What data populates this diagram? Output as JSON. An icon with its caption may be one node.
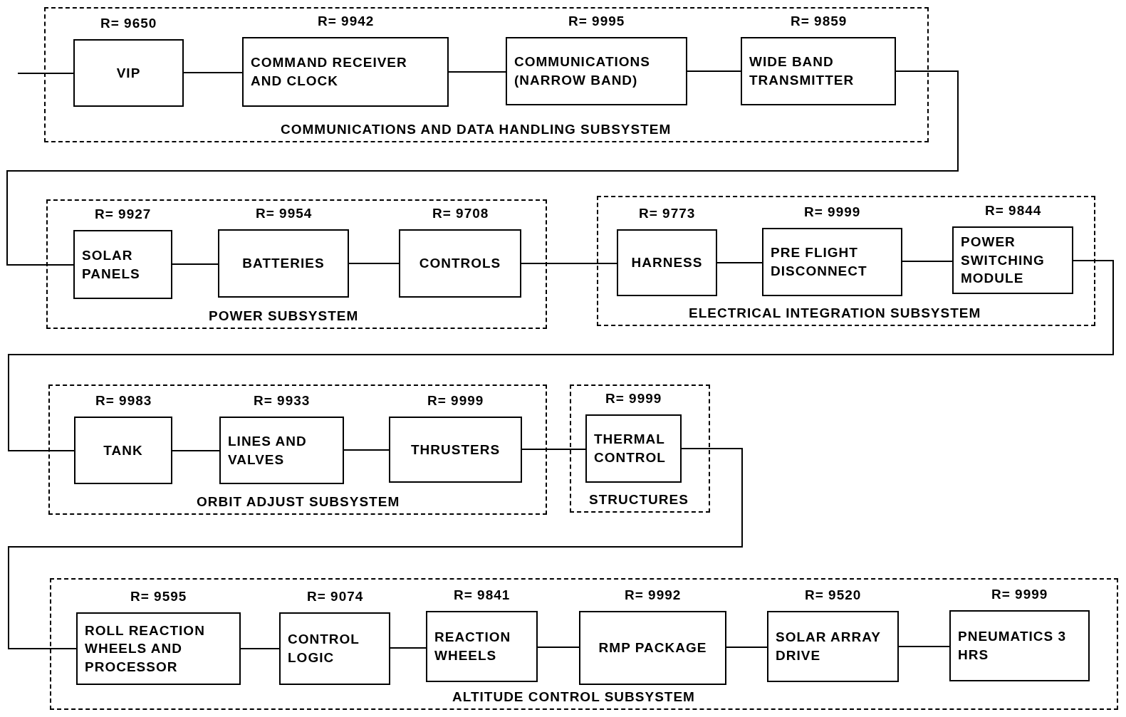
{
  "diagram": {
    "nodes": [
      {
        "text": [
          "COMMUNICATIONS AND DATA HANDLING SUBSYSTEM"
        ]
      },
      {
        "text": [
          "VIP"
        ],
        "in": 0,
        "beside": [
          "R= 9650"
        ]
      },
      {
        "text": [
          "COMMAND RECEIVER AND CLOCK"
        ],
        "in": 0,
        "beside": [
          "R= 9942"
        ]
      },
      {
        "text": [
          "COMMUNICATIONS (NARROW BAND)"
        ],
        "in": 0,
        "beside": [
          "R= 9995"
        ]
      },
      {
        "text": [
          "WIDE BAND TRANSMITTER"
        ],
        "in": 0,
        "beside": [
          "R= 9859"
        ]
      },
      {
        "text": [
          "POWER SUBSYSTEM"
        ]
      },
      {
        "text": [
          "SOLAR PANELS"
        ],
        "in": 5,
        "beside": [
          "R= 9927"
        ]
      },
      {
        "text": [
          "BATTERIES"
        ],
        "in": 5,
        "beside": [
          "R= 9954"
        ]
      },
      {
        "text": [
          "CONTROLS"
        ],
        "in": 5,
        "beside": [
          "R= 9708"
        ]
      },
      {
        "text": [
          "ELECTRICAL INTEGRATION SUBSYSTEM"
        ]
      },
      {
        "text": [
          "HARNESS"
        ],
        "in": 9,
        "beside": [
          "R= 9773"
        ]
      },
      {
        "text": [
          "PRE FLIGHT DISCONNECT"
        ],
        "in": 9,
        "beside": [
          "R= 9999"
        ]
      },
      {
        "text": [
          "POWER SWITCHING MODULE"
        ],
        "in": 9,
        "beside": [
          "R= 9844"
        ]
      },
      {
        "text": [
          "ORBIT ADJUST SUBSYSTEM"
        ]
      },
      {
        "text": [
          "TANK"
        ],
        "in": 13,
        "beside": [
          "R= 9983"
        ]
      },
      {
        "text": [
          "LINES AND VALVES"
        ],
        "in": 13,
        "beside": [
          "R= 9933"
        ]
      },
      {
        "text": [
          "THRUSTERS"
        ],
        "in": 13,
        "beside": [
          "R= 9999"
        ]
      },
      {
        "text": [
          "STRUCTURES"
        ]
      },
      {
        "text": [
          "THERMAL CONTROL"
        ],
        "in": 17,
        "beside": [
          "R= 9999"
        ]
      },
      {
        "text": [
          "ALTITUDE CONTROL SUBSYSTEM"
        ]
      },
      {
        "text": [
          "ROLL REACTION WHEELS AND PROCESSOR"
        ],
        "in": 19,
        "beside": [
          "R= 9595"
        ]
      },
      {
        "text": [
          "CONTROL LOGIC"
        ],
        "in": 19,
        "beside": [
          "R= 9074"
        ]
      },
      {
        "text": [
          "REACTION WHEELS"
        ],
        "in": 19,
        "beside": [
          "R= 9841"
        ]
      },
      {
        "text": [
          "RMP PACKAGE"
        ],
        "in": 19,
        "beside": [
          "R= 9992"
        ]
      },
      {
        "text": [
          "SOLAR ARRAY DRIVE"
        ],
        "in": 19,
        "beside": [
          "R= 9520"
        ]
      },
      {
        "text": [
          "PNEUMATICS 3 HRS"
        ],
        "in": 19,
        "beside": [
          "R= 9999"
        ]
      }
    ],
    "edges": [
      {
        "from": null,
        "to": 1,
        "arrow": "none"
      },
      {
        "from": 1,
        "to": 2,
        "arrow": "none"
      },
      {
        "from": 2,
        "to": 3,
        "arrow": "none"
      },
      {
        "from": 3,
        "to": 4,
        "arrow": "none"
      },
      {
        "from": 4,
        "to": 6,
        "arrow": "none"
      },
      {
        "from": 6,
        "to": 7,
        "arrow": "none"
      },
      {
        "from": 7,
        "to": 8,
        "arrow": "none"
      },
      {
        "from": 8,
        "to": 10,
        "arrow": "none"
      },
      {
        "from": 10,
        "to": 11,
        "arrow": "none"
      },
      {
        "from": 11,
        "to": 12,
        "arrow": "none"
      },
      {
        "from": 12,
        "to": 14,
        "arrow": "none"
      },
      {
        "from": 14,
        "to": 15,
        "arrow": "none"
      },
      {
        "from": 15,
        "to": 16,
        "arrow": "none"
      },
      {
        "from": 16,
        "to": 18,
        "arrow": "none"
      },
      {
        "from": 18,
        "to": 20,
        "arrow": "none"
      },
      {
        "from": 20,
        "to": 21,
        "arrow": "none"
      },
      {
        "from": 21,
        "to": 22,
        "arrow": "none"
      },
      {
        "from": 22,
        "to": 23,
        "arrow": "none"
      },
      {
        "from": 23,
        "to": 24,
        "arrow": "none"
      },
      {
        "from": 24,
        "to": 25,
        "arrow": "none"
      }
    ]
  }
}
